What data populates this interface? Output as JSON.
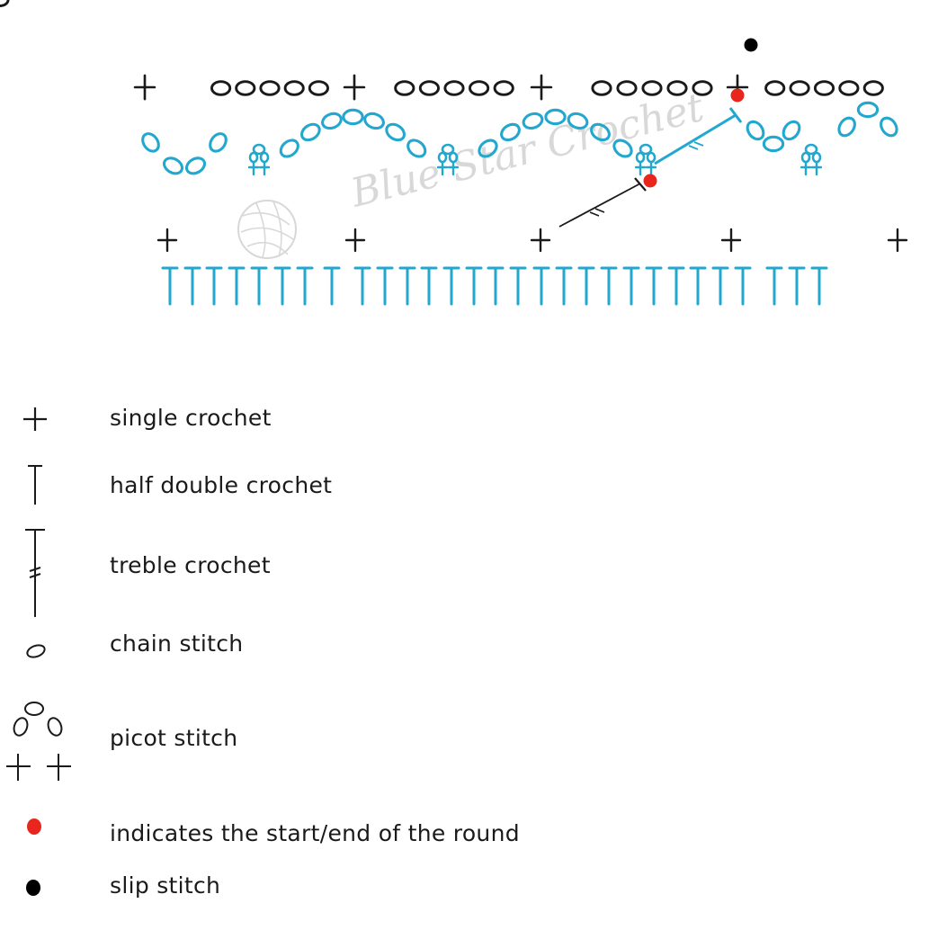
{
  "colors": {
    "ink": "#1a1a1a",
    "accent_blue": "#22a7cf",
    "start_marker": "#e8261d",
    "slip_marker": "#000000",
    "watermark": "#d4d4d4"
  },
  "watermark": {
    "text": "Blue Star Crochet",
    "icon": "yarn-ball-icon"
  },
  "legend": {
    "single_crochet": {
      "label": "single crochet",
      "icon": "single-crochet-icon"
    },
    "half_double_crochet": {
      "label": "half double crochet",
      "icon": "half-double-crochet-icon"
    },
    "treble_crochet": {
      "label": "treble crochet",
      "icon": "treble-crochet-icon"
    },
    "chain_stitch": {
      "label": "chain stitch",
      "icon": "chain-stitch-icon"
    },
    "picot_stitch": {
      "label": "picot stitch",
      "icon": "picot-stitch-icon"
    },
    "start_end": {
      "label": "indicates the start/end of the round",
      "icon": "red-dot-icon"
    },
    "slip_stitch": {
      "label": "slip stitch",
      "icon": "black-dot-icon"
    }
  }
}
